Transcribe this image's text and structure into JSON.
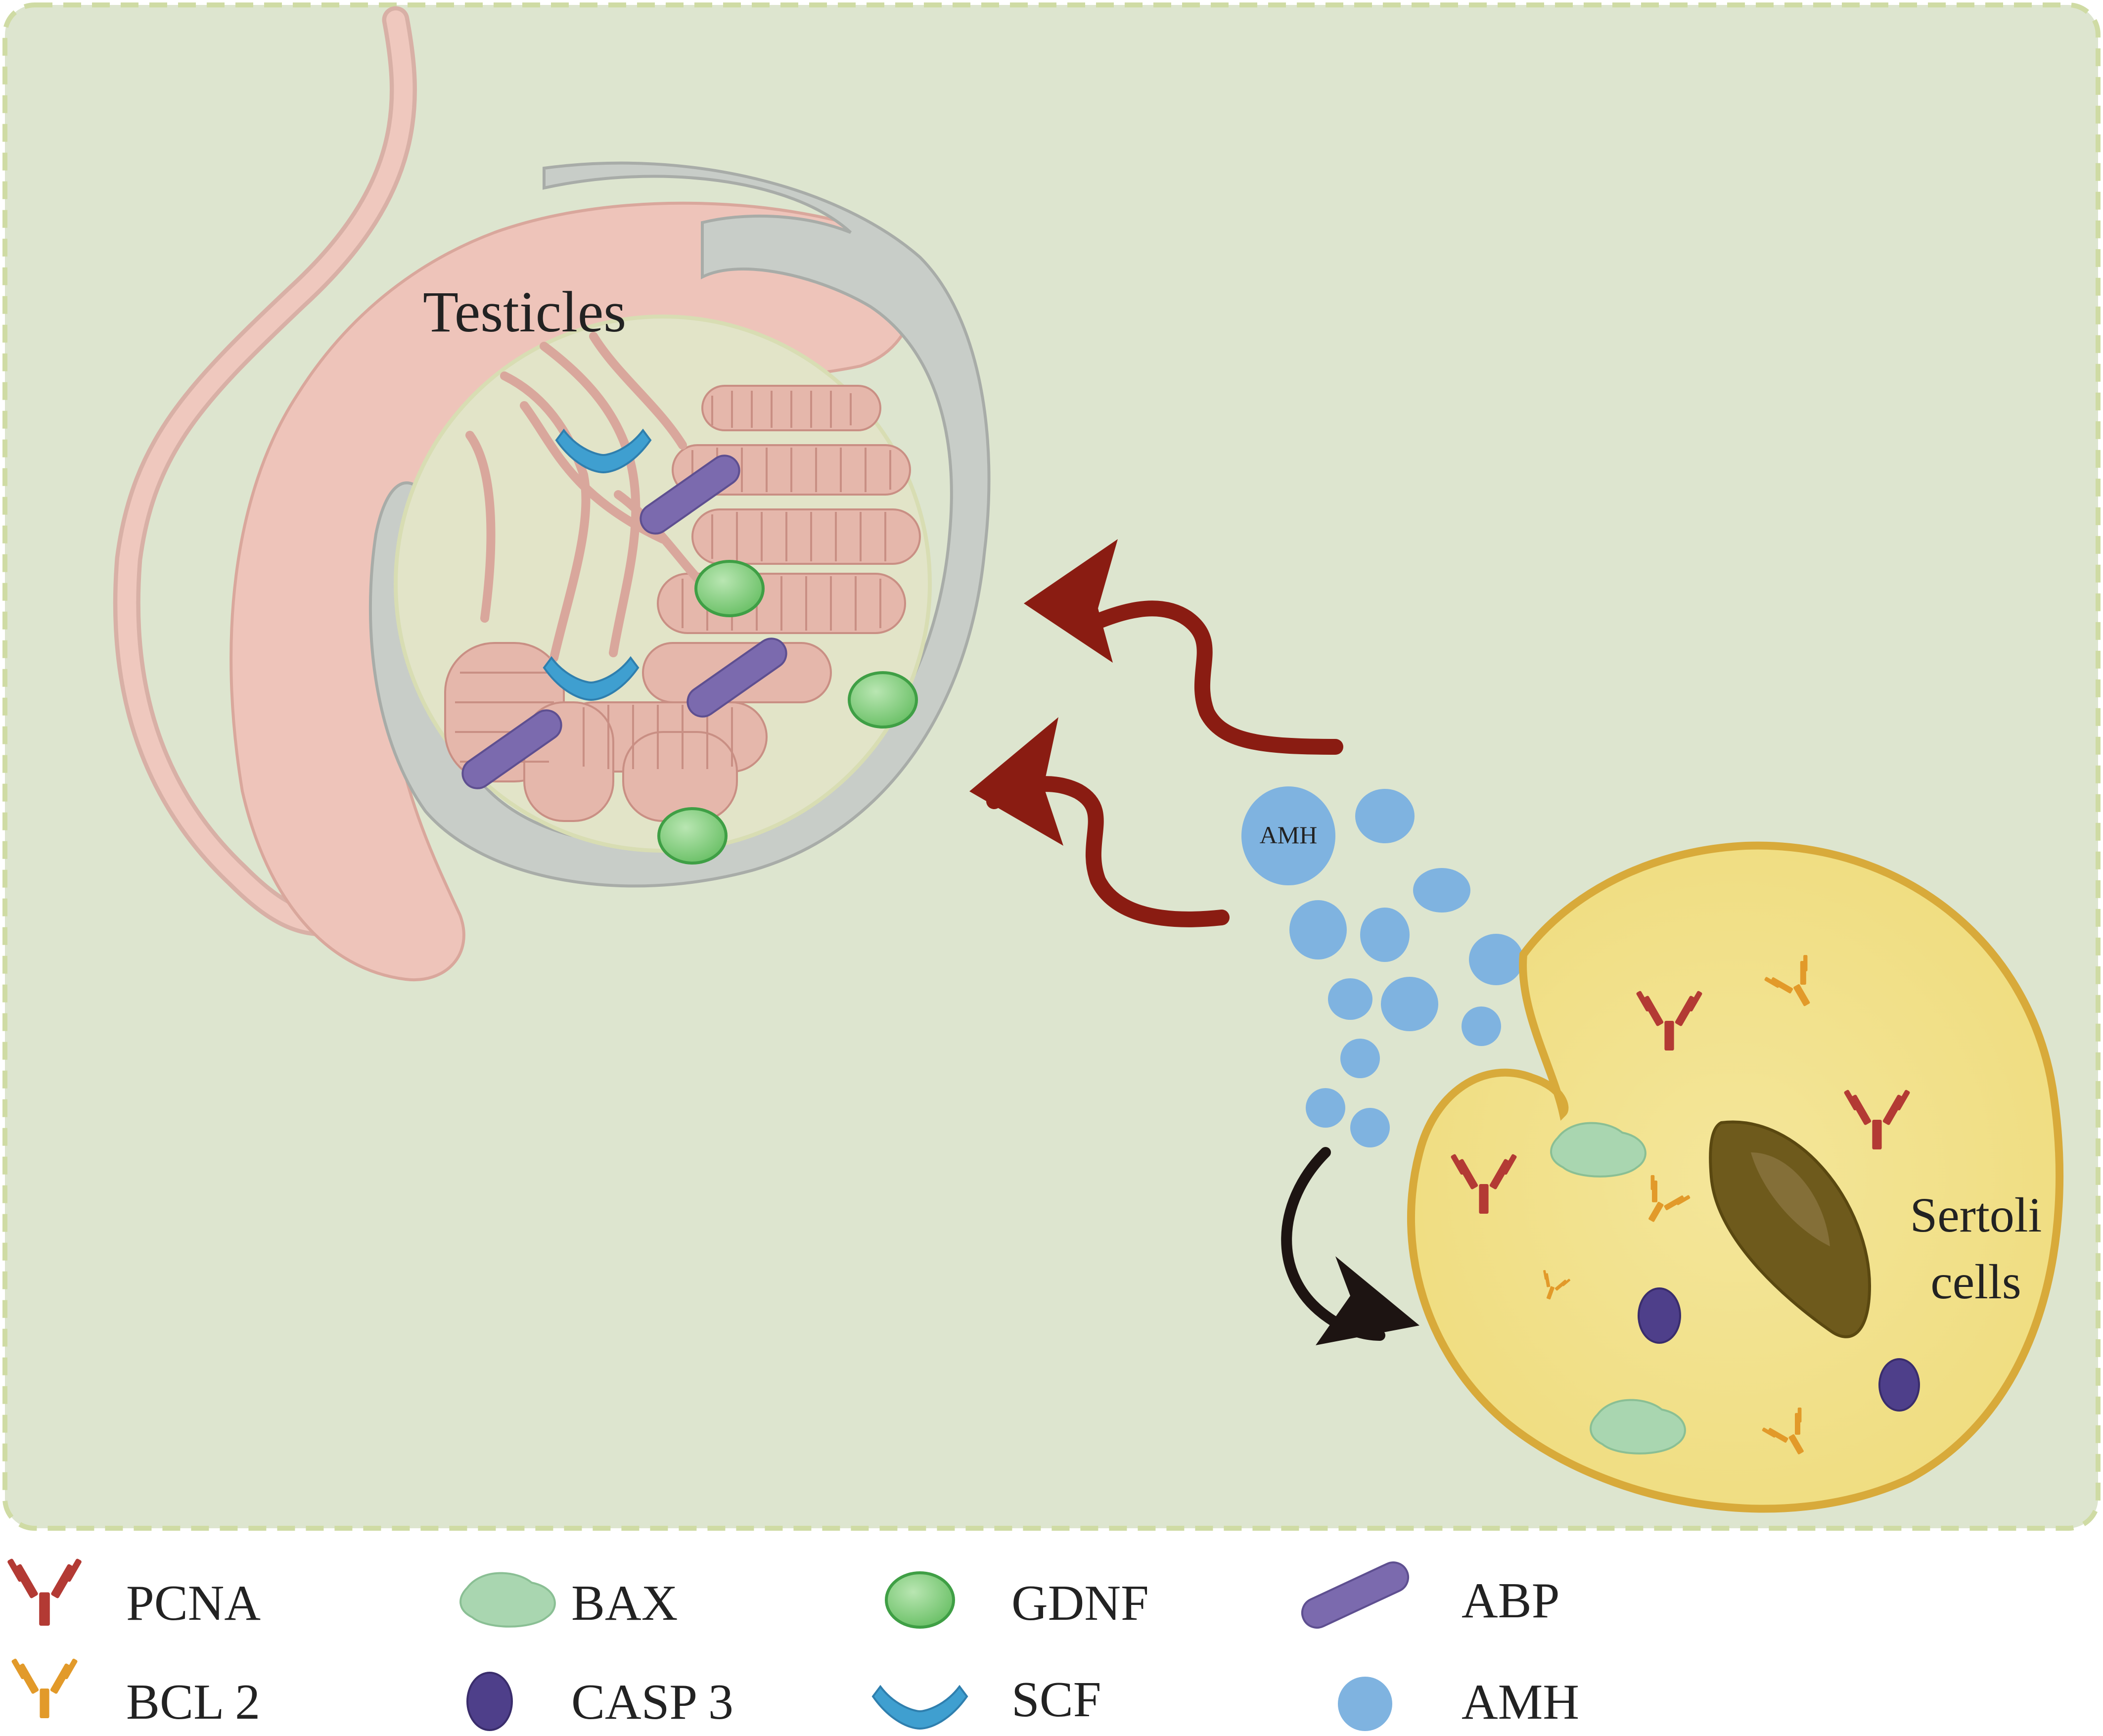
{
  "labels": {
    "testicles": "Testicles",
    "amh_droplet": "AMH",
    "sertoli_line1": "Sertoli",
    "sertoli_line2": "cells"
  },
  "legend": [
    {
      "label": "PCNA",
      "icon": "antibody-icon",
      "color": "#b33a34"
    },
    {
      "label": "BCL 2",
      "icon": "antibody-icon",
      "color": "#e29a2a"
    },
    {
      "label": "BAX",
      "icon": "blob-icon",
      "color": "#a9d6b0"
    },
    {
      "label": "CASP 3",
      "icon": "oval-icon",
      "color": "#4e3f8a"
    },
    {
      "label": "GDNF",
      "icon": "sphere-icon",
      "color": "#7fca7a"
    },
    {
      "label": "SCF",
      "icon": "boomerang-icon",
      "color": "#3f9fd0"
    },
    {
      "label": "ABP",
      "icon": "rod-icon",
      "color": "#7b6aae"
    },
    {
      "label": "AMH",
      "icon": "circle-icon",
      "color": "#7fb3e0"
    }
  ],
  "colors": {
    "panel_bg": "#dde5cf",
    "panel_border": "#cfdba4",
    "testis_tissue": "#eec4ba",
    "tunica": "#c8cdc8",
    "cell_fill": "#f1e18a",
    "cell_border": "#d8aa3a",
    "nucleus": "#6e5a1c",
    "arrow_red": "#8a1c12",
    "arrow_black": "#1d1412"
  }
}
